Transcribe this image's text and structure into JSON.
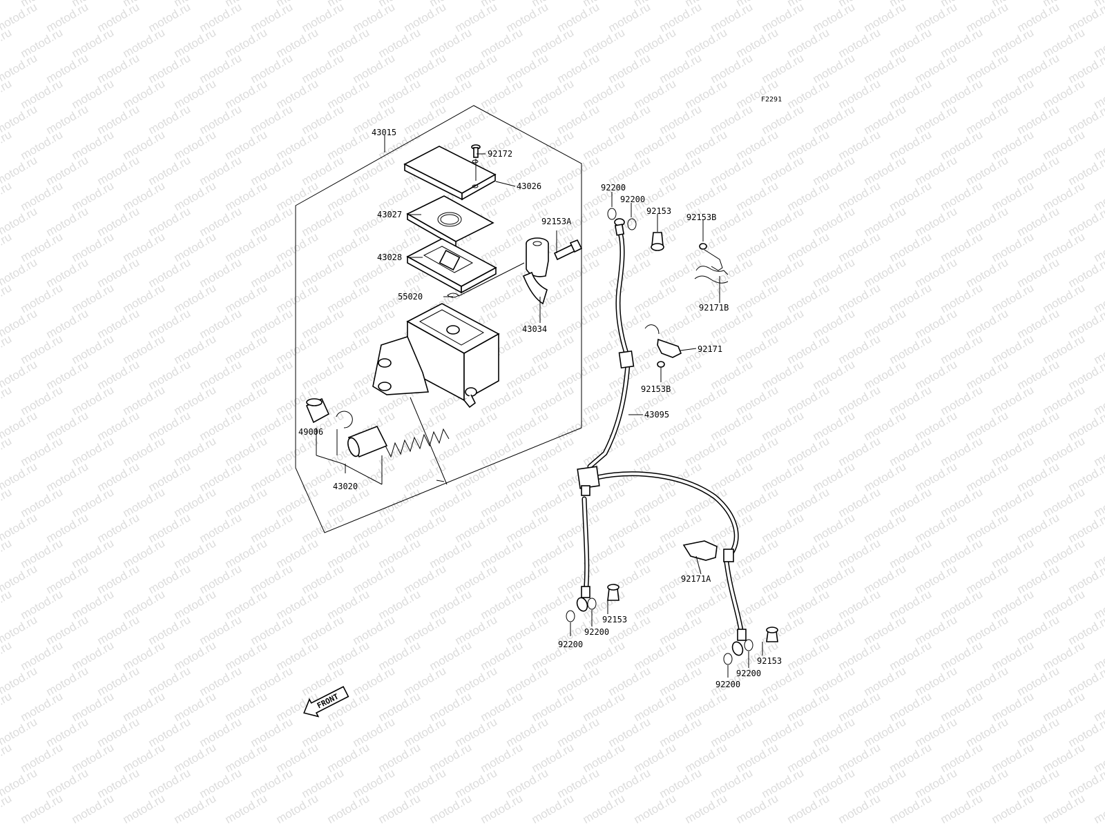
{
  "watermark": {
    "text": "motod.ru",
    "color": "#dcdcdc"
  },
  "figure_code": "F2291",
  "front_label": "FRONT",
  "labels": {
    "l43015": "43015",
    "l92172": "92172",
    "l43026": "43026",
    "l43027": "43027",
    "l43028": "43028",
    "l92153A": "92153A",
    "l55020": "55020",
    "l43034": "43034",
    "l49006": "49006",
    "l43020": "43020",
    "l92200_a": "92200",
    "l92200_b": "92200",
    "l92153_a": "92153",
    "l92153B_a": "92153B",
    "l92171B": "92171B",
    "l92171": "92171",
    "l92153B_b": "92153B",
    "l43095": "43095",
    "l92171A": "92171A",
    "l92153_b": "92153",
    "l92200_c": "92200",
    "l92200_d": "92200",
    "l92153_c": "92153",
    "l92200_e": "92200",
    "l92200_f": "92200"
  }
}
